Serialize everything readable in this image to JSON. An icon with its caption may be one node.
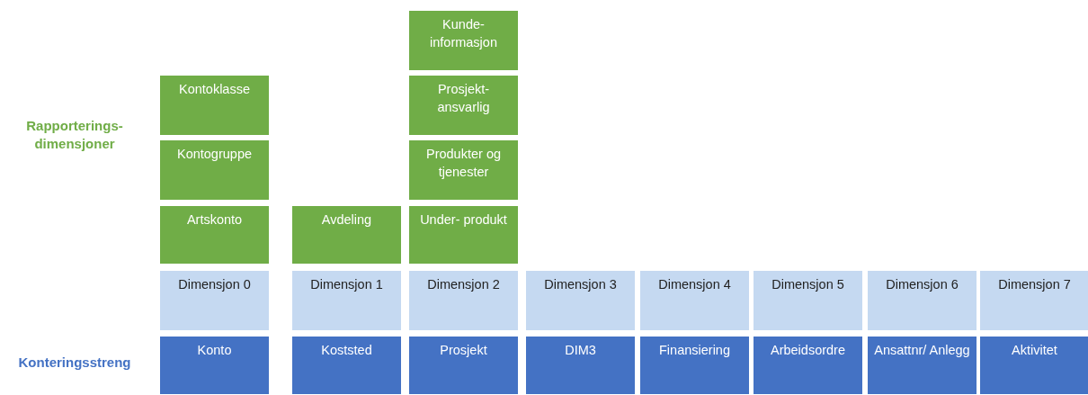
{
  "diagram": {
    "nodes": [
      {
        "text": [
          "Kunde- informasjon"
        ]
      },
      {
        "text": [
          "Kontoklasse"
        ]
      },
      {
        "text": [
          "Prosjekt- ansvarlig"
        ]
      },
      {
        "text": [
          "Kontogruppe"
        ]
      },
      {
        "text": [
          "Produkter og tjenester"
        ]
      },
      {
        "text": [
          "Artskonto"
        ]
      },
      {
        "text": [
          "Avdeling"
        ]
      },
      {
        "text": [
          "Under- produkt"
        ]
      },
      {
        "text": [
          "Dimensjon 0"
        ]
      },
      {
        "text": [
          "Dimensjon 1"
        ]
      },
      {
        "text": [
          "Dimensjon 2"
        ]
      },
      {
        "text": [
          "Dimensjon 3"
        ]
      },
      {
        "text": [
          "Dimensjon 4"
        ]
      },
      {
        "text": [
          "Dimensjon 5"
        ]
      },
      {
        "text": [
          "Dimensjon 6"
        ]
      },
      {
        "text": [
          "Dimensjon 7"
        ]
      },
      {
        "text": [
          "Konto"
        ]
      },
      {
        "text": [
          "Koststed"
        ]
      },
      {
        "text": [
          "Prosjekt"
        ]
      },
      {
        "text": [
          "DIM3"
        ]
      },
      {
        "text": [
          "Finansiering"
        ]
      },
      {
        "text": [
          "Arbeidsordre"
        ]
      },
      {
        "text": [
          "Ansattnr/ Anlegg"
        ]
      },
      {
        "text": [
          "Aktivitet"
        ]
      }
    ],
    "edges": [],
    "labels": [
      "Rapporterings- dimensjoner",
      "Konteringsstreng"
    ]
  }
}
